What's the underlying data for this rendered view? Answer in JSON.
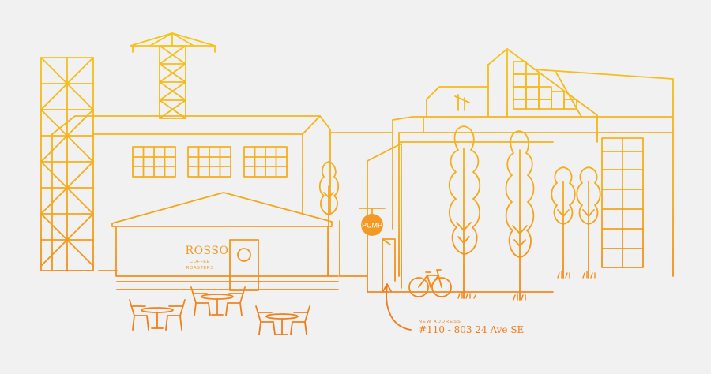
{
  "colors": {
    "background": "#f1f1f1",
    "line_top": "#f5c21b",
    "line_bottom": "#f27a1a",
    "accent": "#ef7d22"
  },
  "storefront": {
    "name": "ROSSO",
    "line1": "COFFEE",
    "line2": "ROASTERS"
  },
  "sign": {
    "label": "PUMP"
  },
  "address": {
    "caption": "NEW ADDRESS",
    "text": "#110 - 803 24 Ave SE"
  },
  "icons": [
    "crane-icon",
    "bicycle-icon",
    "tree-icon",
    "cafe-table-icon",
    "chair-icon",
    "arrow-icon"
  ]
}
